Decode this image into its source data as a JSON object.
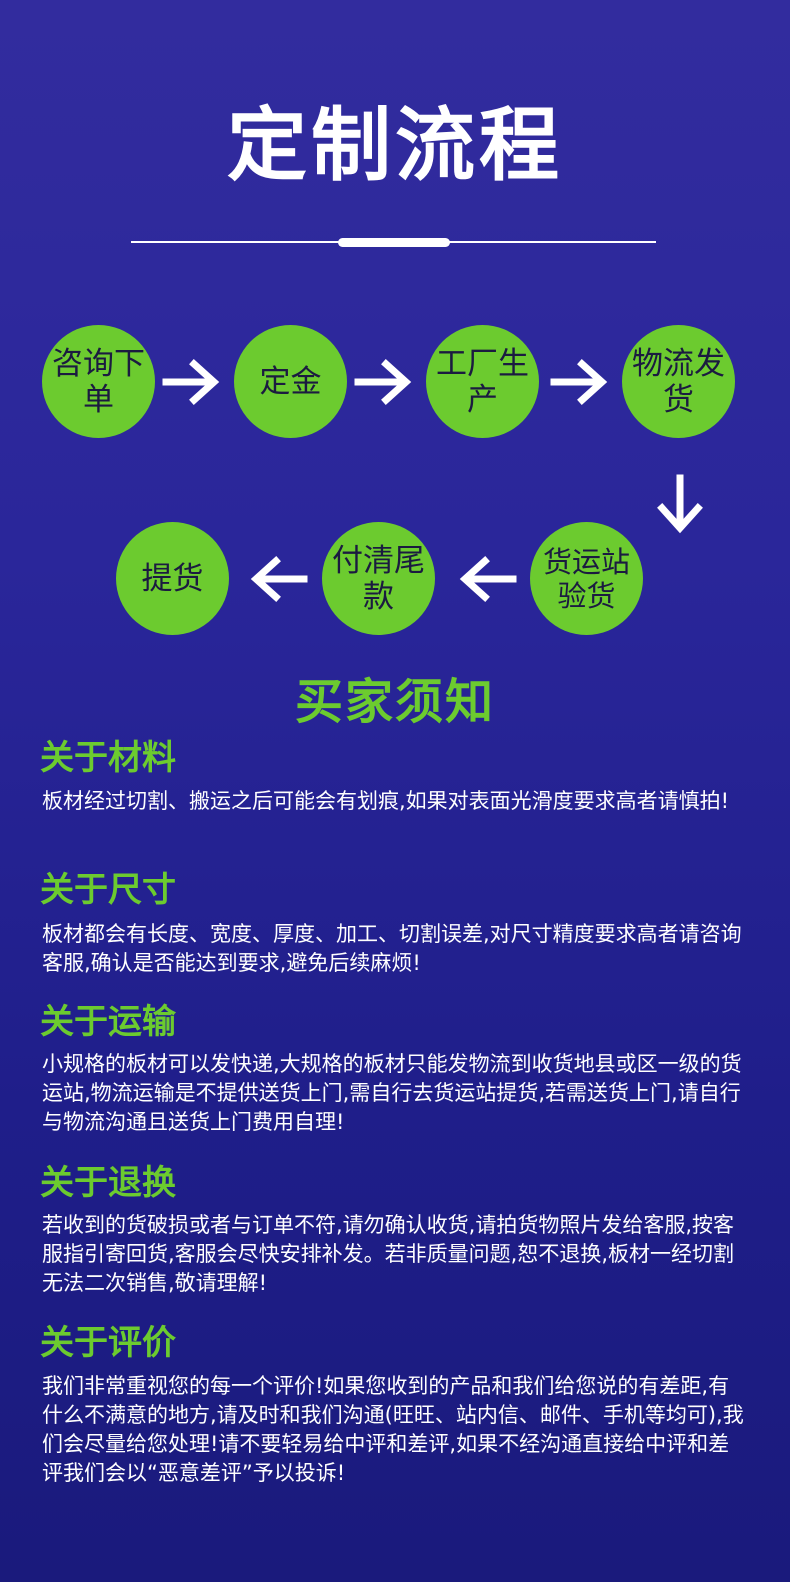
{
  "header": {
    "title": "定制流程"
  },
  "flow": {
    "steps": [
      {
        "label": "咨询下单"
      },
      {
        "label": "定金"
      },
      {
        "label": "工厂生产"
      },
      {
        "label": "物流发货"
      },
      {
        "label": "货运站验货"
      },
      {
        "label": "付清尾款"
      },
      {
        "label": "提货"
      }
    ]
  },
  "notice": {
    "heading": "买家须知",
    "sections": [
      {
        "title": "关于材料",
        "body": "板材经过切割、搬运之后可能会有划痕,如果对表面光滑度要求高者请慎拍!"
      },
      {
        "title": "关于尺寸",
        "body": "板材都会有长度、宽度、厚度、加工、切割误差,对尺寸精度要求高者请咨询客服,确认是否能达到要求,避免后续麻烦!"
      },
      {
        "title": "关于运输",
        "body": "小规格的板材可以发快递,大规格的板材只能发物流到收货地县或区一级的货运站,物流运输是不提供送货上门,需自行去货运站提货,若需送货上门,请自行与物流沟通且送货上门费用自理!"
      },
      {
        "title": "关于退换",
        "body": "若收到的货破损或者与订单不符,请勿确认收货,请拍货物照片发给客服,按客服指引寄回货,客服会尽快安排补发。若非质量问题,恕不退换,板材一经切割无法二次销售,敬请理解!"
      },
      {
        "title": "关于评价",
        "body": "我们非常重视您的每一个评价!如果您收到的产品和我们给您说的有差距,有什么不满意的地方,请及时和我们沟通(旺旺、站内信、邮件、手机等均可),我们会尽量给您处理!请不要轻易给中评和差评,如果不经沟通直接给中评和差评我们会以“恶意差评”予以投诉!"
      }
    ]
  },
  "colors": {
    "accent_green": "#6ccb2f",
    "background": "#2a269a",
    "text": "#ffffff"
  }
}
